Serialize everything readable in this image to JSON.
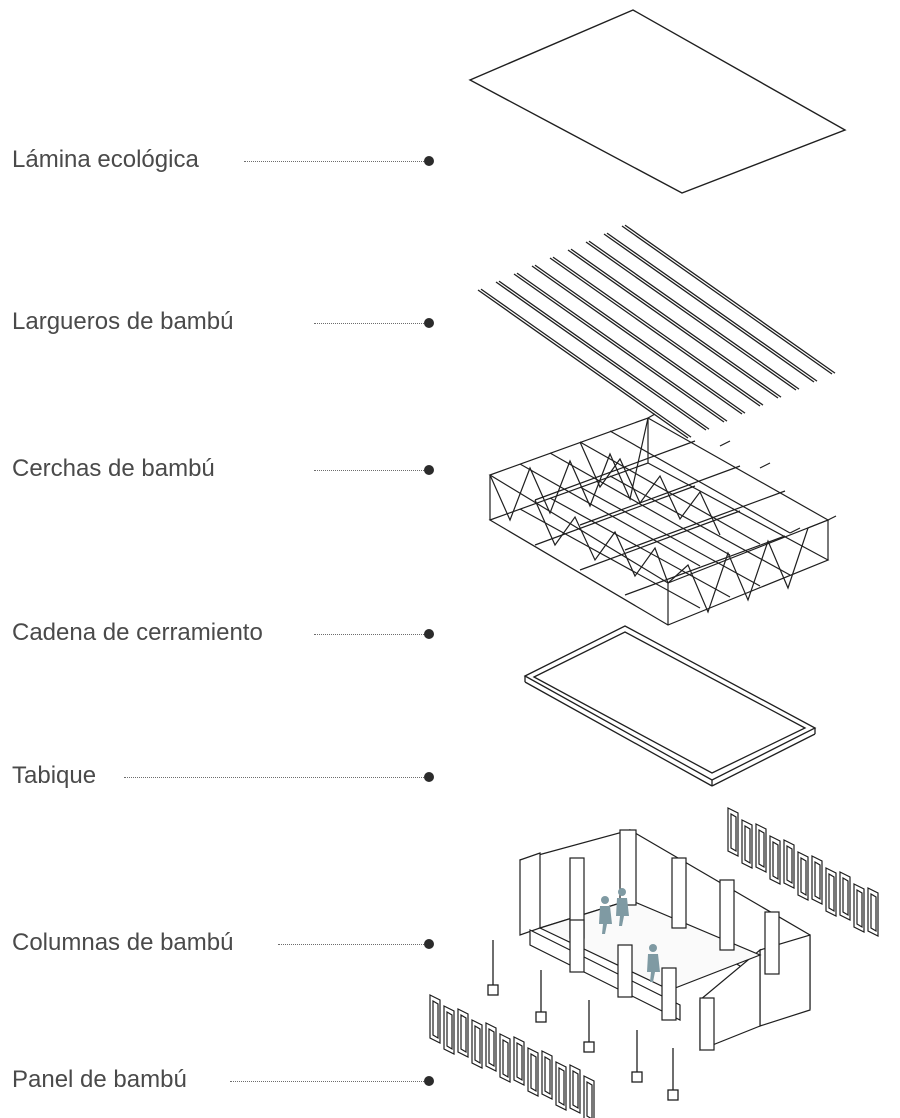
{
  "labels": [
    "Lámina ecológica",
    "Largueros de bambú",
    "Cerchas de bambú",
    "Cadena de cerramiento",
    "Tabique",
    "Columnas de bambú",
    "Panel de bambú"
  ],
  "colors": {
    "text": "#4a4a4a",
    "line": "#1f1f1f",
    "dot": "#2b2b2b",
    "people": "#7f9aa3"
  }
}
